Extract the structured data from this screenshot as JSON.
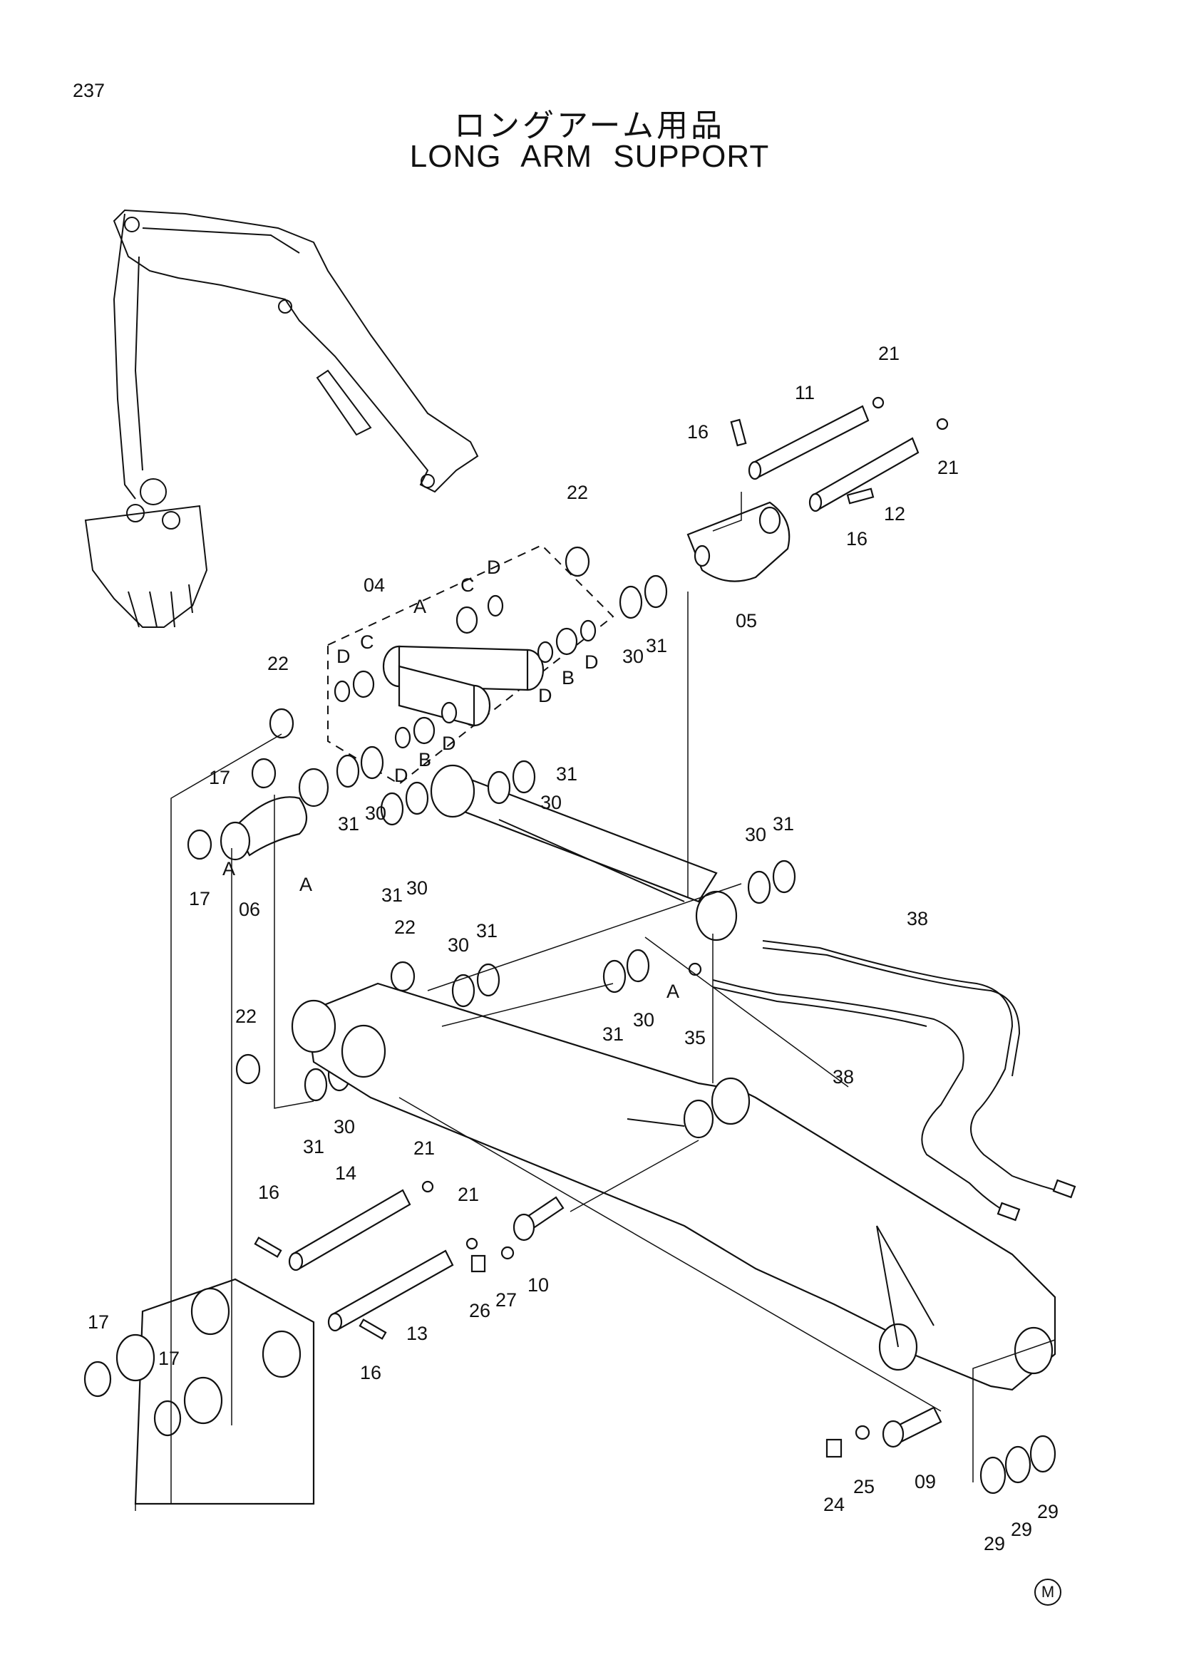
{
  "page_number": "237",
  "title_jp": "ロングアーム用品",
  "title_en": "LONG ARM SUPPORT",
  "mark": "M",
  "callouts": [
    {
      "id": "c21a",
      "text": "21"
    },
    {
      "id": "c11",
      "text": "11"
    },
    {
      "id": "c16a",
      "text": "16"
    },
    {
      "id": "c21b",
      "text": "21"
    },
    {
      "id": "c12",
      "text": "12"
    },
    {
      "id": "c16b",
      "text": "16"
    },
    {
      "id": "c22a",
      "text": "22"
    },
    {
      "id": "c05",
      "text": "05"
    },
    {
      "id": "c30a",
      "text": "30"
    },
    {
      "id": "c31a",
      "text": "31"
    },
    {
      "id": "c04",
      "text": "04"
    },
    {
      "id": "cDa",
      "text": "D"
    },
    {
      "id": "cCa",
      "text": "C"
    },
    {
      "id": "cAa",
      "text": "A"
    },
    {
      "id": "cDb",
      "text": "D"
    },
    {
      "id": "cCb",
      "text": "C"
    },
    {
      "id": "cDc",
      "text": "D"
    },
    {
      "id": "cBa",
      "text": "B"
    },
    {
      "id": "cDd",
      "text": "D"
    },
    {
      "id": "cDe",
      "text": "D"
    },
    {
      "id": "cBb",
      "text": "B"
    },
    {
      "id": "cDf",
      "text": "D"
    },
    {
      "id": "c22b",
      "text": "22"
    },
    {
      "id": "c17a",
      "text": "17"
    },
    {
      "id": "c17b",
      "text": "17"
    },
    {
      "id": "cAb",
      "text": "A"
    },
    {
      "id": "c06",
      "text": "06"
    },
    {
      "id": "cAc",
      "text": "A"
    },
    {
      "id": "c31b",
      "text": "31"
    },
    {
      "id": "c30b",
      "text": "30"
    },
    {
      "id": "c31c",
      "text": "31"
    },
    {
      "id": "c30c",
      "text": "30"
    },
    {
      "id": "c31d",
      "text": "31"
    },
    {
      "id": "c30d",
      "text": "30"
    },
    {
      "id": "c30e",
      "text": "30"
    },
    {
      "id": "c31e",
      "text": "31"
    },
    {
      "id": "c38a",
      "text": "38"
    },
    {
      "id": "c22c",
      "text": "22"
    },
    {
      "id": "c30f",
      "text": "30"
    },
    {
      "id": "c31f",
      "text": "31"
    },
    {
      "id": "c31g",
      "text": "31"
    },
    {
      "id": "c30g",
      "text": "30"
    },
    {
      "id": "cAd",
      "text": "A"
    },
    {
      "id": "c35",
      "text": "35"
    },
    {
      "id": "c38b",
      "text": "38"
    },
    {
      "id": "c22d",
      "text": "22"
    },
    {
      "id": "c31h",
      "text": "31"
    },
    {
      "id": "c30h",
      "text": "30"
    },
    {
      "id": "c21c",
      "text": "21"
    },
    {
      "id": "c14",
      "text": "14"
    },
    {
      "id": "c16c",
      "text": "16"
    },
    {
      "id": "c21d",
      "text": "21"
    },
    {
      "id": "c10",
      "text": "10"
    },
    {
      "id": "c26",
      "text": "26"
    },
    {
      "id": "c27",
      "text": "27"
    },
    {
      "id": "c13",
      "text": "13"
    },
    {
      "id": "c16d",
      "text": "16"
    },
    {
      "id": "c17c",
      "text": "17"
    },
    {
      "id": "c17d",
      "text": "17"
    },
    {
      "id": "c24",
      "text": "24"
    },
    {
      "id": "c25",
      "text": "25"
    },
    {
      "id": "c09",
      "text": "09"
    },
    {
      "id": "c29a",
      "text": "29"
    },
    {
      "id": "c29b",
      "text": "29"
    },
    {
      "id": "c29c",
      "text": "29"
    }
  ]
}
